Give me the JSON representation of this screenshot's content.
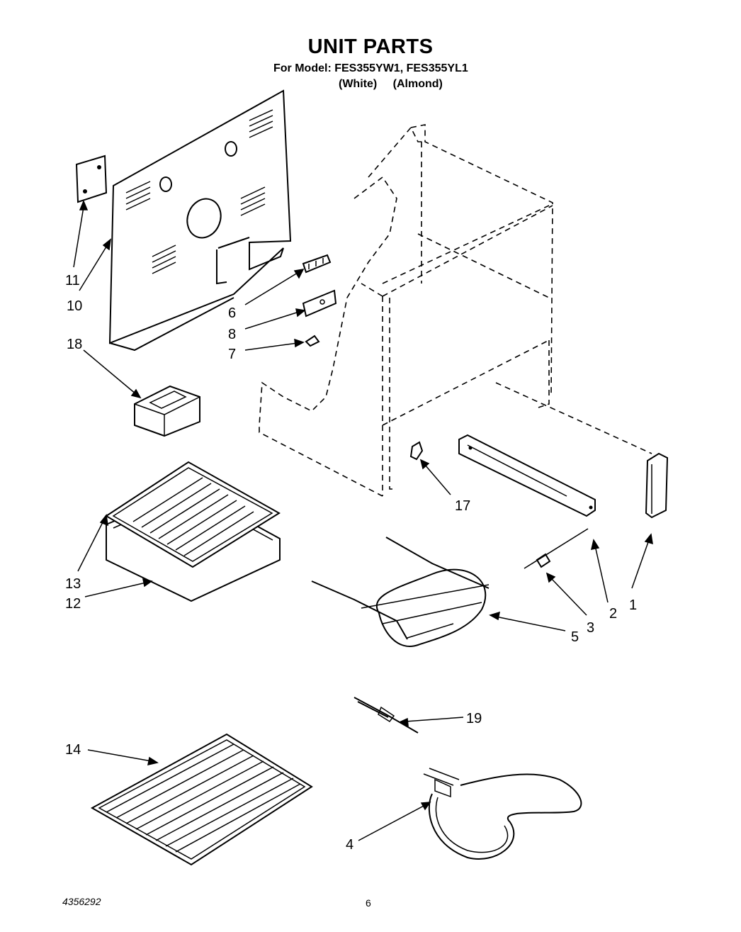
{
  "header": {
    "title": "UNIT PARTS",
    "model_line": "For Model: FES355YW1, FES355YL1",
    "color_white": "(White)",
    "color_almond": "(Almond)"
  },
  "callouts": {
    "c1": "1",
    "c2": "2",
    "c3": "3",
    "c4": "4",
    "c5": "5",
    "c6": "6",
    "c7": "7",
    "c8": "8",
    "c10": "10",
    "c11": "11",
    "c12": "12",
    "c13": "13",
    "c14": "14",
    "c17": "17",
    "c18": "18",
    "c19": "19"
  },
  "footer": {
    "doc_number": "4356292",
    "page_number": "6"
  }
}
